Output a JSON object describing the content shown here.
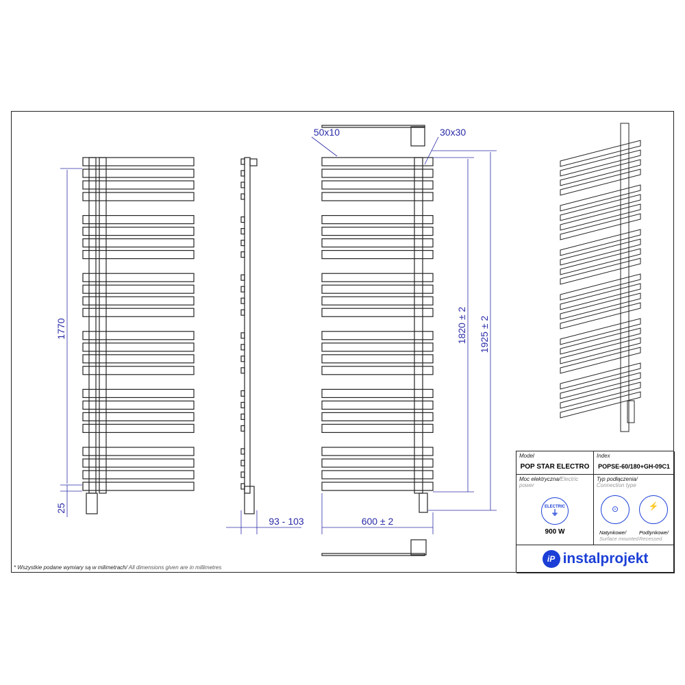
{
  "dimensions": {
    "d1770": "1770",
    "d25": "25",
    "d50x10": "50x10",
    "d30x30": "30x30",
    "d1820": "1820 ± 2",
    "d1925": "1925 ± 2",
    "d93_103": "93 - 103",
    "d600": "600 ± 2"
  },
  "title_block": {
    "model_label": "Model",
    "model": "POP STAR ELECTRO",
    "index_label": "Index",
    "index": "POPSE-60/180+GH-09C1",
    "power_label_pl": "Moc elektryczna/",
    "power_label_en": "Electric power",
    "electric_badge": "ELECTRIC",
    "power": "900 W",
    "connection_label_pl": "Typ podłączenia/",
    "connection_label_en": "Connection type",
    "surface_pl": "Natynkowe/",
    "surface_en": "Surface mounted",
    "recessed_pl": "Podtynkowe/",
    "recessed_en": "Recessed",
    "brand": "instalprojekt",
    "brand_logo": "iP"
  },
  "note": {
    "pl": "* Wszystkie podane wymiary są w milimetrach/",
    "en": " All dimensions given are in millimetres"
  },
  "colors": {
    "dimension": "#2a2aa8",
    "brand": "#1b3fd6"
  }
}
